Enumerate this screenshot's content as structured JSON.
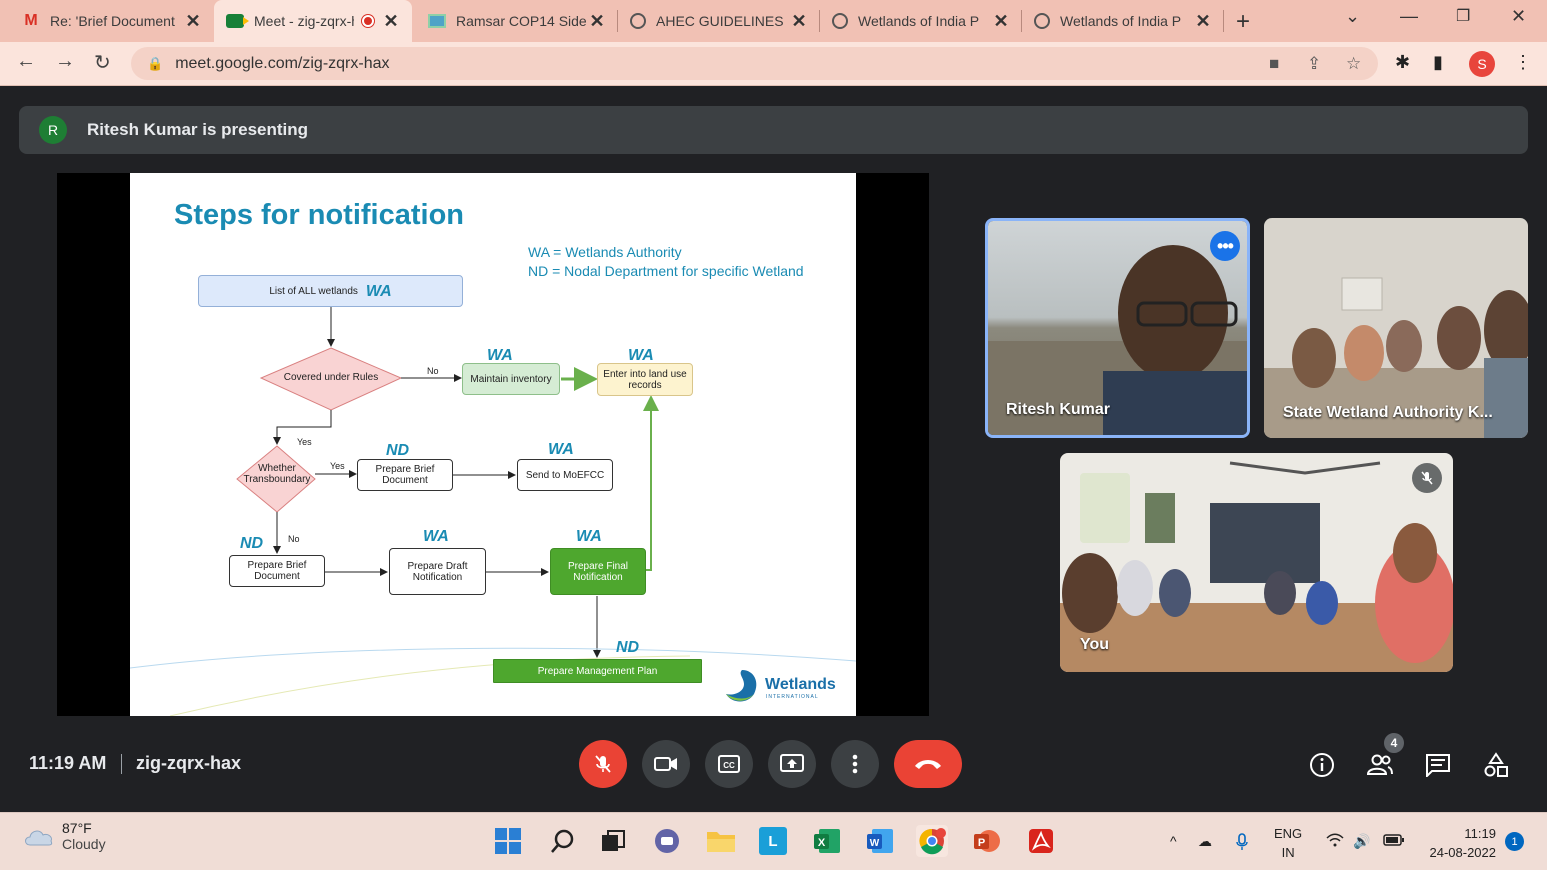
{
  "browser": {
    "tabs": [
      {
        "title": "Re: 'Brief Document",
        "icon": "gmail-icon"
      },
      {
        "title": "Meet - zig-zqrx-hax",
        "icon": "meet-icon",
        "recording": true
      },
      {
        "title": "Ramsar COP14 Side",
        "icon": "image-icon"
      },
      {
        "title": "AHEC GUIDELINES",
        "icon": "globe-icon"
      },
      {
        "title": "Wetlands of India P",
        "icon": "globe-icon"
      },
      {
        "title": "Wetlands of India P",
        "icon": "globe-icon"
      }
    ],
    "url": "meet.google.com/zig-zqrx-hax",
    "profile_initial": "S",
    "tab_strip_color": "#f1c1b4"
  },
  "meet": {
    "presenter_initial": "R",
    "presenting_text": "Ritesh Kumar is presenting",
    "time": "11:19 AM",
    "meeting_code": "zig-zqrx-hax",
    "participants_count": "4",
    "tiles": [
      {
        "name": "Ritesh Kumar",
        "active_speaker": true
      },
      {
        "name": "State Wetland Authority K..."
      },
      {
        "name": "You",
        "muted": true
      }
    ],
    "hangup_color": "#ea4335"
  },
  "slide": {
    "title": "Steps for notification",
    "legend_wa": "WA = Wetlands Authority",
    "legend_nd": "ND = Nodal Department for specific Wetland",
    "nodes": {
      "list_all": "List of ALL wetlands",
      "covered": "Covered under Rules",
      "maintain": "Maintain inventory",
      "enter_records": "Enter into land use records",
      "transboundary": "Whether Transboundary",
      "prepare_brief_top": "Prepare Brief Document",
      "send_moefcc": "Send to MoEFCC",
      "prepare_brief_bottom": "Prepare Brief Document",
      "draft": "Prepare Draft Notification",
      "final": "Prepare Final Notification",
      "management": "Prepare Management Plan"
    },
    "tags": {
      "wa": "WA",
      "nd": "ND"
    },
    "edge_labels": {
      "no": "No",
      "yes": "Yes"
    },
    "logo_text": "Wetlands",
    "logo_sub": "INTERNATIONAL"
  },
  "taskbar": {
    "temperature": "87°F",
    "condition": "Cloudy",
    "language_top": "ENG",
    "language_bottom": "IN",
    "time": "11:19",
    "date": "24-08-2022",
    "notifications": "1"
  }
}
